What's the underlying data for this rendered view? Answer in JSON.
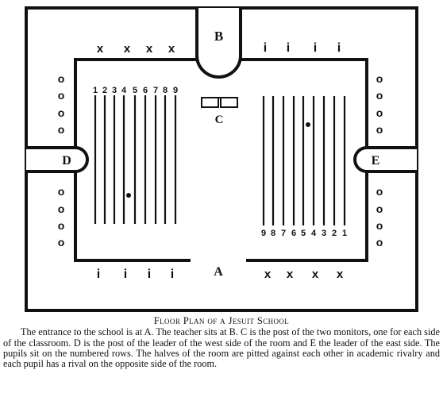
{
  "labels": {
    "entrance": "A",
    "teacher": "B",
    "monitors": "C",
    "west_leader": "D",
    "east_leader": "E"
  },
  "marks": {
    "x": "x",
    "i": "i",
    "o": "o"
  },
  "row_numbers": {
    "left": [
      "1",
      "2",
      "3",
      "4",
      "5",
      "6",
      "7",
      "8",
      "9"
    ],
    "right": [
      "9",
      "8",
      "7",
      "6",
      "5",
      "4",
      "3",
      "2",
      "1"
    ]
  },
  "caption": {
    "title": "Floor Plan of a Jesuit School",
    "text": "The entrance to the school is at A. The teacher sits at B. C is the post of the two monitors, one for each side of the classroom. D is the post of the leader of the west side of the room and E the leader of the east side. The pupils sit on the numbered rows. The halves of the room are pitted against each other in academic rivalry and each pupil has a rival on the opposite side of the room."
  }
}
